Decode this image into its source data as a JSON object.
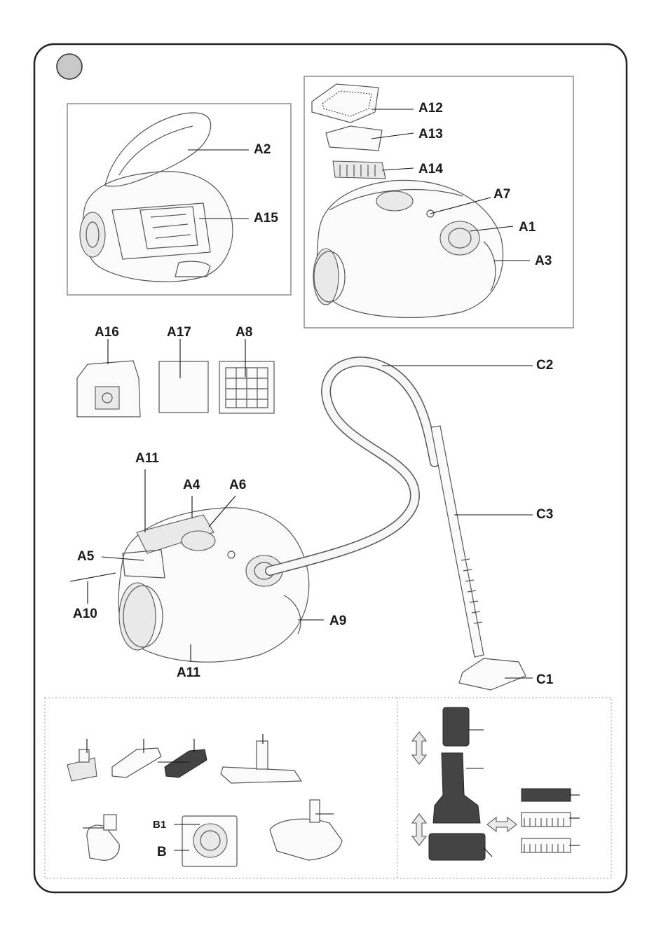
{
  "figure": {
    "top_box_labels": [
      "A2",
      "A15"
    ],
    "filter_box_labels": [
      "A12",
      "A13",
      "A14",
      "A7",
      "A1",
      "A3"
    ],
    "consumables": [
      "A16",
      "A17",
      "A8"
    ],
    "main_labels": [
      "A11",
      "A4",
      "A6",
      "A5",
      "A10",
      "A9",
      "A11"
    ],
    "hose_labels": [
      "C2",
      "C3",
      "C1"
    ],
    "bag_labels": [
      "B1",
      "B"
    ]
  },
  "colors": {
    "badge": "#c8c8c8",
    "frame": "#222222",
    "inner_box": "#a8a8a8"
  }
}
